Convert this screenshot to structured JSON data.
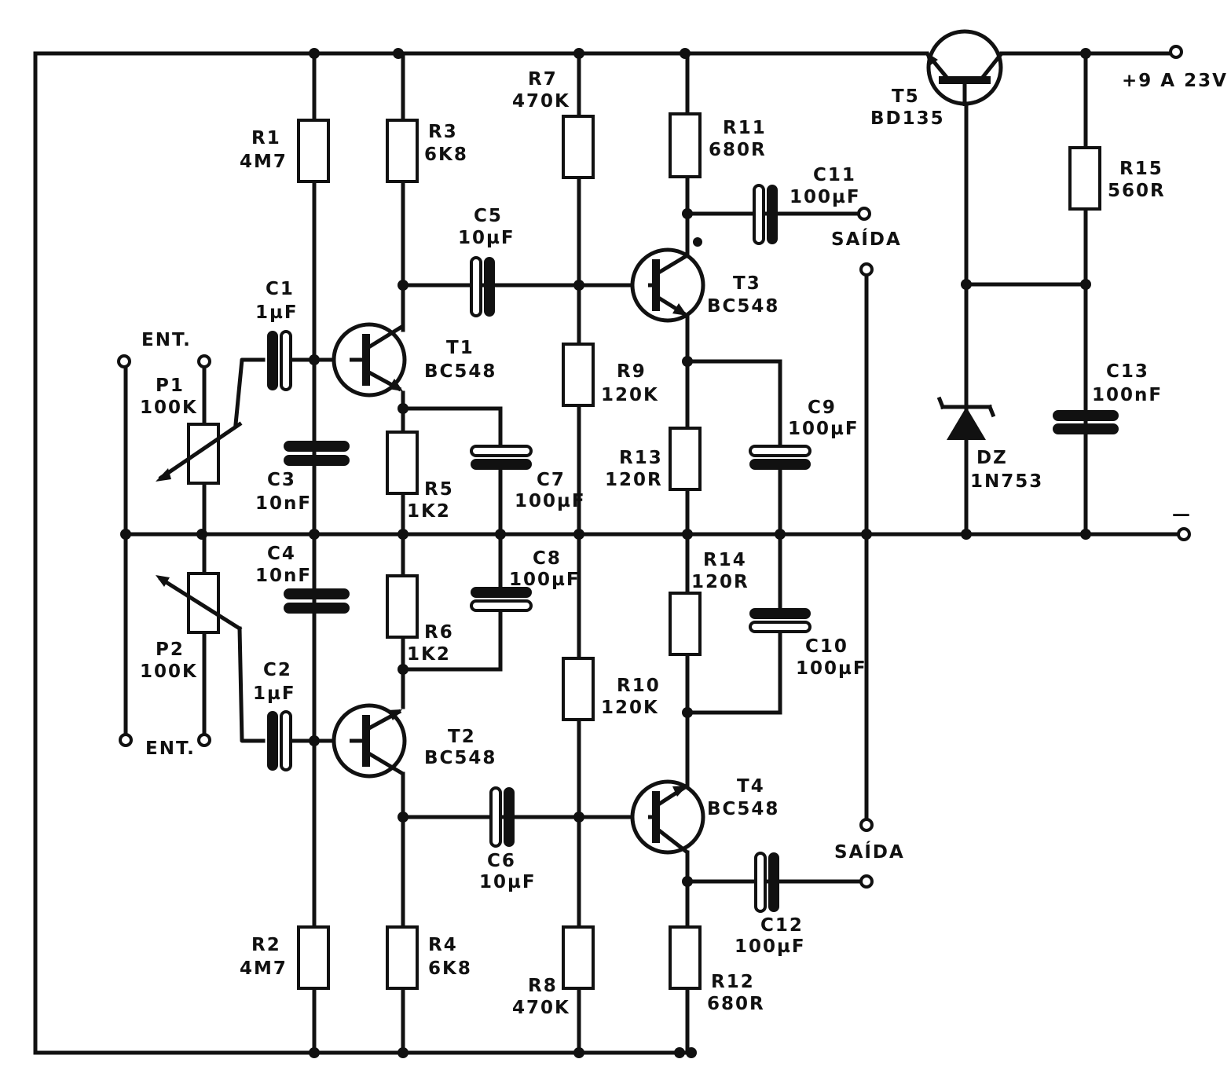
{
  "components": {
    "r1": {
      "ref": "R1",
      "val": "4M7"
    },
    "r2": {
      "ref": "R2",
      "val": "4M7"
    },
    "r3": {
      "ref": "R3",
      "val": "6K8"
    },
    "r4": {
      "ref": "R4",
      "val": "6K8"
    },
    "r5": {
      "ref": "R5",
      "val": "1K2"
    },
    "r6": {
      "ref": "R6",
      "val": "1K2"
    },
    "r7": {
      "ref": "R7",
      "val": "470K"
    },
    "r8": {
      "ref": "R8",
      "val": "470K"
    },
    "r9": {
      "ref": "R9",
      "val": "120K"
    },
    "r10": {
      "ref": "R10",
      "val": "120K"
    },
    "r11": {
      "ref": "R11",
      "val": "680R"
    },
    "r12": {
      "ref": "R12",
      "val": "680R"
    },
    "r13": {
      "ref": "R13",
      "val": "120R"
    },
    "r14": {
      "ref": "R14",
      "val": "120R"
    },
    "r15": {
      "ref": "R15",
      "val": "560R"
    },
    "c1": {
      "ref": "C1",
      "val": "1µF"
    },
    "c2": {
      "ref": "C2",
      "val": "1µF"
    },
    "c3": {
      "ref": "C3",
      "val": "10nF"
    },
    "c4": {
      "ref": "C4",
      "val": "10nF"
    },
    "c5": {
      "ref": "C5",
      "val": "10µF"
    },
    "c6": {
      "ref": "C6",
      "val": "10µF"
    },
    "c7": {
      "ref": "C7",
      "val": "100µF"
    },
    "c8": {
      "ref": "C8",
      "val": "100µF"
    },
    "c9": {
      "ref": "C9",
      "val": "100µF"
    },
    "c10": {
      "ref": "C10",
      "val": "100µF"
    },
    "c11": {
      "ref": "C11",
      "val": "100µF"
    },
    "c12": {
      "ref": "C12",
      "val": "100µF"
    },
    "c13": {
      "ref": "C13",
      "val": "100nF"
    },
    "p1": {
      "ref": "P1",
      "val": "100K"
    },
    "p2": {
      "ref": "P2",
      "val": "100K"
    },
    "t1": {
      "ref": "T1",
      "val": "BC548"
    },
    "t2": {
      "ref": "T2",
      "val": "BC548"
    },
    "t3": {
      "ref": "T3",
      "val": "BC548"
    },
    "t4": {
      "ref": "T4",
      "val": "BC548"
    },
    "t5": {
      "ref": "T5",
      "val": "BD135"
    },
    "dz": {
      "ref": "DZ",
      "val": "1N753"
    }
  },
  "labels": {
    "input_top": "ENT.",
    "input_bottom": "ENT.",
    "output_top": "SAÍDA",
    "output_bottom": "SAÍDA",
    "supply": "+9 A 23V",
    "negative": "—"
  }
}
